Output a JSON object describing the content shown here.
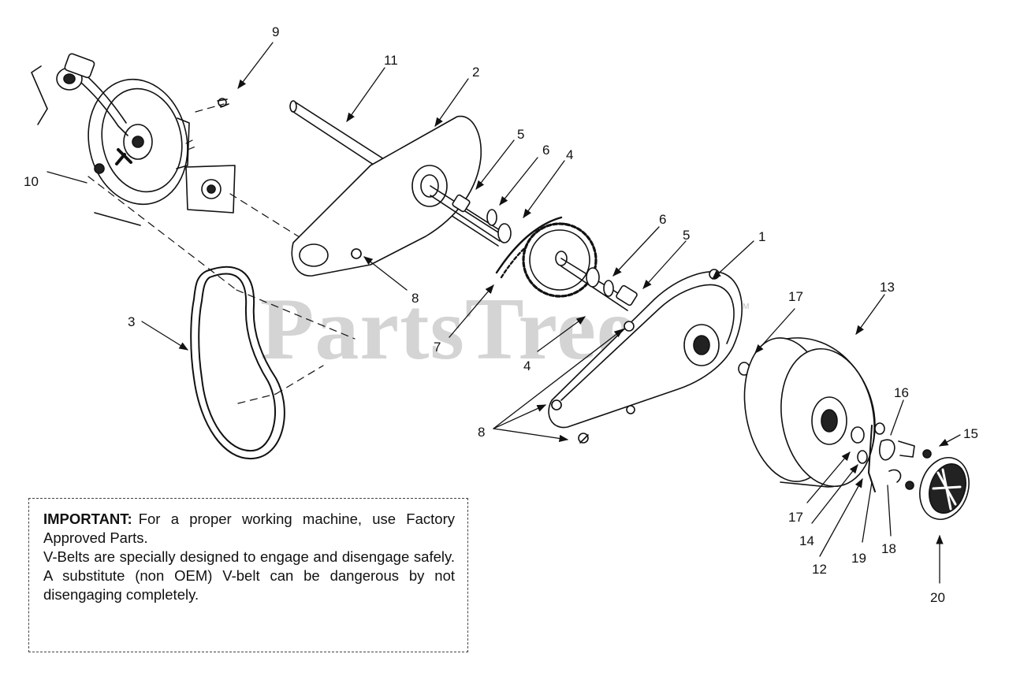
{
  "watermark": {
    "text": "PartsTree",
    "tm": "TM"
  },
  "notice": {
    "label": "IMPORTANT:",
    "line1": "For a proper working machine, use Factory Approved Parts.",
    "line2": "V-Belts are specially designed to engage and disengage safely. A substitute (non OEM) V-belt can be dangerous by not disengaging completely."
  },
  "callouts": {
    "c9": "9",
    "c11": "11",
    "c2": "2",
    "c5a": "5",
    "c6a": "6",
    "c4a": "4",
    "c10": "10",
    "c8a": "8",
    "c6b": "6",
    "c5b": "5",
    "c1": "1",
    "c13": "13",
    "c17a": "17",
    "c3": "3",
    "c7": "7",
    "c4b": "4",
    "c8b": "8",
    "c16": "16",
    "c15": "15",
    "c17b": "17",
    "c14": "14",
    "c12": "12",
    "c19": "19",
    "c18": "18",
    "c20": "20"
  }
}
